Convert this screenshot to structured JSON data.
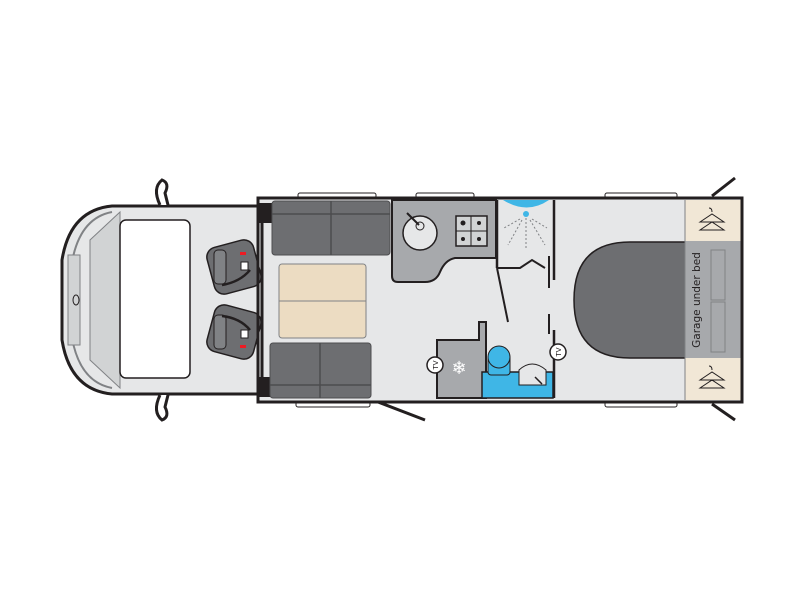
{
  "floorplan": {
    "garage_label": "Garage under bed",
    "tv_label_fridge": "TV",
    "tv_label_washroom": "TV"
  },
  "colors": {
    "floor": "#e6e7e8",
    "wall": "#231f20",
    "upholstery": "#6d6e71",
    "worktop": "#a7a9ac",
    "table": "#ecdcc2",
    "wardrobe": "#f1e7d6",
    "washroom": "#3fb6e6"
  }
}
